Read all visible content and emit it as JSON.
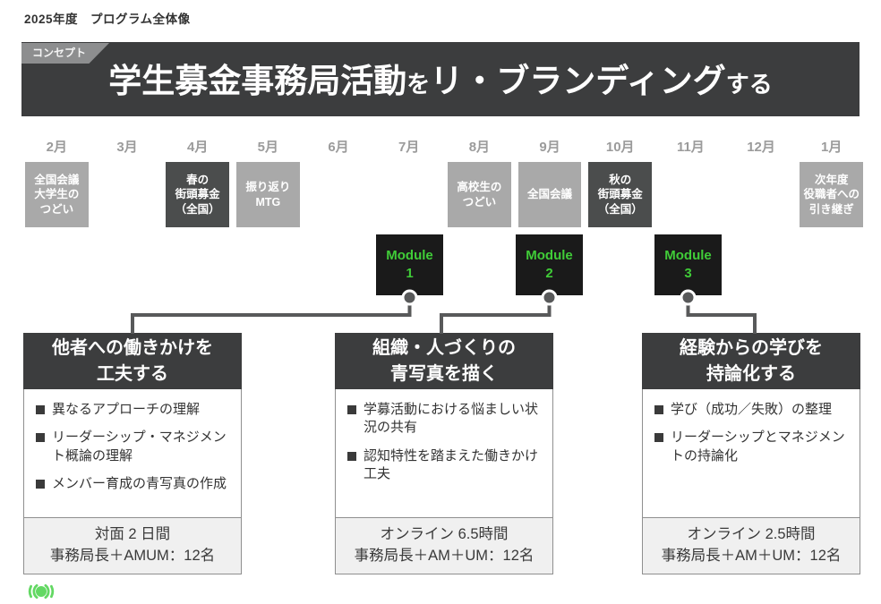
{
  "page": {
    "title": "2025年度　プログラム全体像"
  },
  "banner": {
    "tag": "コンセプト",
    "title_main_1": "学生募金事務局活動",
    "title_small_1": "を",
    "title_main_2": "リ・ブランディング",
    "title_small_2": "する"
  },
  "timeline": {
    "months": [
      "2月",
      "3月",
      "4月",
      "5月",
      "6月",
      "7月",
      "8月",
      "9月",
      "10月",
      "11月",
      "12月",
      "1月"
    ],
    "events": [
      "全国会議\n大学生の\nつどい",
      null,
      "春の\n街頭募金\n（全国）",
      "振り返り\nMTG",
      null,
      null,
      "高校生の\nつどい",
      "全国会議",
      "秋の\n街頭募金\n（全国）",
      null,
      null,
      "次年度\n役職者への\n引き継ぎ"
    ]
  },
  "modules": [
    {
      "label": "Module\n1"
    },
    {
      "label": "Module\n2"
    },
    {
      "label": "Module\n3"
    }
  ],
  "cards": [
    {
      "title": "他者への働きかけを\n工夫する",
      "bullets": [
        "異なるアプローチの理解",
        "リーダーシップ・マネジメント概論の理解",
        "メンバー育成の青写真の作成"
      ],
      "footer_line1": "対面 2 日間",
      "footer_line2": "事務局長＋AMUM：12名"
    },
    {
      "title": "組織・人づくりの\n青写真を描く",
      "bullets": [
        "学募活動における悩ましい状況の共有",
        "認知特性を踏まえた働きかけ工夫"
      ],
      "footer_line1": "オンライン 6.5時間",
      "footer_line2": "事務局長＋AM＋UM：12名"
    },
    {
      "title": "経験からの学びを\n持論化する",
      "bullets": [
        "学び（成功／失敗）の整理",
        "リーダーシップとマネジメントの持論化"
      ],
      "footer_line1": "オンライン 2.5時間",
      "footer_line2": "事務局長＋AM＋UM：12名"
    }
  ],
  "colors": {
    "banner_bg": "#3c3d3e",
    "event_gray": "#a9a9a9",
    "event_dark": "#4b4d4d",
    "module_bg": "#1a1a1a",
    "module_text_green": "#40cc38",
    "connector_gray": "#58595a",
    "logo_green": "#63d863",
    "footer_bg": "#f0f0f0"
  }
}
